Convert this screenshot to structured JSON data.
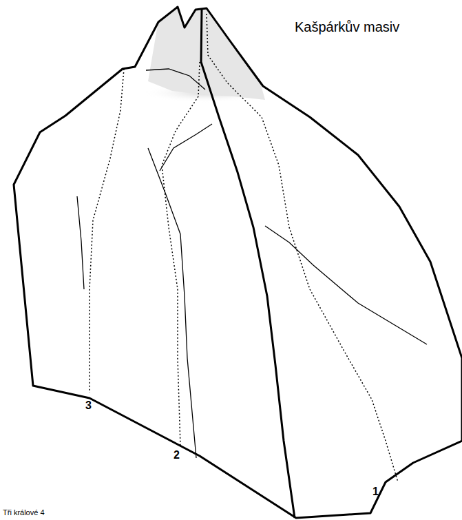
{
  "diagram": {
    "title": "Kašpárkův masiv",
    "labels": [
      "3",
      "2",
      "1",
      "Tři králové 4"
    ]
  }
}
